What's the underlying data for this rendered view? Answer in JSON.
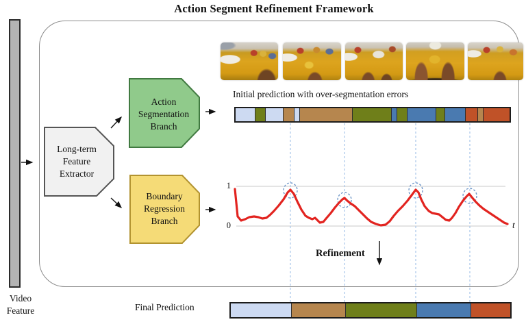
{
  "title": "Action Segment Refinement Framework",
  "colors": {
    "light_blue": "#cddaf2",
    "olive": "#6f7f1a",
    "tan": "#b6864e",
    "steel_blue": "#4a7ab0",
    "orange": "#c05228",
    "curve_red": "#e22420",
    "dashed_blue": "#a8c6e8",
    "circle_blue": "#6e96c8",
    "gray_fill": "#f1f1f1",
    "gray_border": "#555555",
    "green_fill": "#90ca8b",
    "green_border": "#417a41",
    "yellow_fill": "#f5db77",
    "yellow_border": "#b29330"
  },
  "left_input": {
    "label_lines": [
      "Video",
      "Feature"
    ]
  },
  "nodes": {
    "extractor": {
      "lines": [
        "Long-term",
        "Feature",
        "Extractor"
      ]
    },
    "action_branch": {
      "lines": [
        "Action",
        "Segmentation",
        "Branch"
      ]
    },
    "boundary_branch": {
      "lines": [
        "Boundary",
        "Regression",
        "Branch"
      ]
    }
  },
  "initial_prediction": {
    "caption": "Initial prediction with over-segmentation errors",
    "segments": [
      {
        "color": "light_blue",
        "w": 29
      },
      {
        "color": "olive",
        "w": 14
      },
      {
        "color": "light_blue",
        "w": 26
      },
      {
        "color": "tan",
        "w": 16
      },
      {
        "color": "light_blue",
        "w": 7
      },
      {
        "color": "tan",
        "w": 79
      },
      {
        "color": "olive",
        "w": 58
      },
      {
        "color": "steel_blue",
        "w": 7
      },
      {
        "color": "olive",
        "w": 15
      },
      {
        "color": "steel_blue",
        "w": 42
      },
      {
        "color": "olive",
        "w": 13
      },
      {
        "color": "steel_blue",
        "w": 30
      },
      {
        "color": "orange",
        "w": 17
      },
      {
        "color": "tan",
        "w": 8
      },
      {
        "color": "orange",
        "w": 39
      }
    ]
  },
  "plot": {
    "y_top_label": "1",
    "y_bottom_label": "0",
    "x_label": "t",
    "boundary_x": [
      424,
      503,
      607,
      686
    ],
    "peak_circles": [
      [
        424,
        278
      ],
      [
        503,
        292
      ],
      [
        607,
        278
      ],
      [
        686,
        286
      ]
    ],
    "curve_points": [
      [
        343,
        276
      ],
      [
        347,
        316
      ],
      [
        352,
        322
      ],
      [
        358,
        320
      ],
      [
        364,
        317
      ],
      [
        371,
        316
      ],
      [
        377,
        317
      ],
      [
        383,
        319
      ],
      [
        389,
        318
      ],
      [
        394,
        314
      ],
      [
        400,
        308
      ],
      [
        407,
        300
      ],
      [
        414,
        291
      ],
      [
        420,
        281
      ],
      [
        424,
        277
      ],
      [
        429,
        283
      ],
      [
        434,
        294
      ],
      [
        440,
        306
      ],
      [
        446,
        315
      ],
      [
        451,
        318
      ],
      [
        456,
        320
      ],
      [
        460,
        318
      ],
      [
        463,
        321
      ],
      [
        467,
        325
      ],
      [
        472,
        324
      ],
      [
        477,
        318
      ],
      [
        483,
        311
      ],
      [
        489,
        303
      ],
      [
        495,
        296
      ],
      [
        500,
        291
      ],
      [
        503,
        289
      ],
      [
        507,
        293
      ],
      [
        512,
        297
      ],
      [
        518,
        301
      ],
      [
        524,
        307
      ],
      [
        530,
        313
      ],
      [
        536,
        319
      ],
      [
        542,
        324
      ],
      [
        549,
        327
      ],
      [
        556,
        329
      ],
      [
        563,
        328
      ],
      [
        569,
        323
      ],
      [
        575,
        315
      ],
      [
        581,
        308
      ],
      [
        588,
        301
      ],
      [
        595,
        293
      ],
      [
        601,
        285
      ],
      [
        607,
        277
      ],
      [
        611,
        281
      ],
      [
        615,
        291
      ],
      [
        620,
        301
      ],
      [
        626,
        308
      ],
      [
        631,
        311
      ],
      [
        636,
        312
      ],
      [
        641,
        313
      ],
      [
        646,
        317
      ],
      [
        651,
        321
      ],
      [
        656,
        322
      ],
      [
        660,
        318
      ],
      [
        665,
        311
      ],
      [
        670,
        302
      ],
      [
        676,
        293
      ],
      [
        681,
        287
      ],
      [
        685,
        283
      ],
      [
        689,
        288
      ],
      [
        694,
        294
      ],
      [
        700,
        300
      ],
      [
        706,
        305
      ],
      [
        712,
        309
      ],
      [
        718,
        313
      ],
      [
        724,
        317
      ],
      [
        730,
        321
      ],
      [
        736,
        325
      ],
      [
        741,
        327
      ]
    ]
  },
  "refinement_label": "Refinement",
  "final_prediction": {
    "label": "Final Prediction",
    "segments": [
      {
        "color": "light_blue",
        "w": 89
      },
      {
        "color": "tan",
        "w": 79
      },
      {
        "color": "olive",
        "w": 104
      },
      {
        "color": "steel_blue",
        "w": 78
      },
      {
        "color": "orange",
        "w": 58
      }
    ]
  }
}
